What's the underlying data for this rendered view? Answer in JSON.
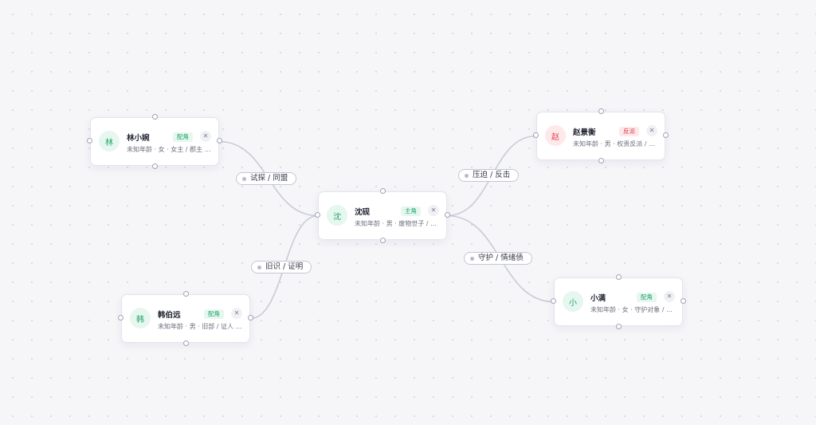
{
  "colors": {
    "edge": "#c9cbd6",
    "label_border": "#c5c7d2",
    "badge_main_bg": "#e6f7ef",
    "badge_main_fg": "#21a36b",
    "badge_antagonist_bg": "#fde8ea",
    "badge_antagonist_fg": "#e5384b"
  },
  "nodes": [
    {
      "id": "lin",
      "avatar": "林",
      "name": "林小婉",
      "badge": "配角",
      "tone": "green",
      "description": "未知年龄 · 女 · 女主 / 郡主 / …",
      "close_icon": "close-icon"
    },
    {
      "id": "shen",
      "avatar": "沈",
      "name": "沈砚",
      "badge": "主角",
      "tone": "green",
      "description": "未知年龄 · 男 · 废物世子 / 隐…",
      "close_icon": "close-icon"
    },
    {
      "id": "zhao",
      "avatar": "赵",
      "name": "赵景衡",
      "badge": "反派",
      "tone": "red",
      "description": "未知年龄 · 男 · 权贵反派 / 家…",
      "close_icon": "close-icon"
    },
    {
      "id": "han",
      "avatar": "韩",
      "name": "韩伯远",
      "badge": "配角",
      "tone": "green",
      "description": "未知年龄 · 男 · 旧部 / 证人 / …",
      "close_icon": "close-icon"
    },
    {
      "id": "xiao",
      "avatar": "小",
      "name": "小满",
      "badge": "配角",
      "tone": "green",
      "description": "未知年龄 · 女 · 守护对象 / 录…",
      "close_icon": "close-icon"
    }
  ],
  "edges": [
    {
      "from": "lin",
      "to": "shen",
      "label": "试探 / 同盟"
    },
    {
      "from": "shen",
      "to": "zhao",
      "label": "压迫 / 反击"
    },
    {
      "from": "han",
      "to": "shen",
      "label": "旧识 / 证明"
    },
    {
      "from": "shen",
      "to": "xiao",
      "label": "守护 / 情绪债"
    }
  ]
}
